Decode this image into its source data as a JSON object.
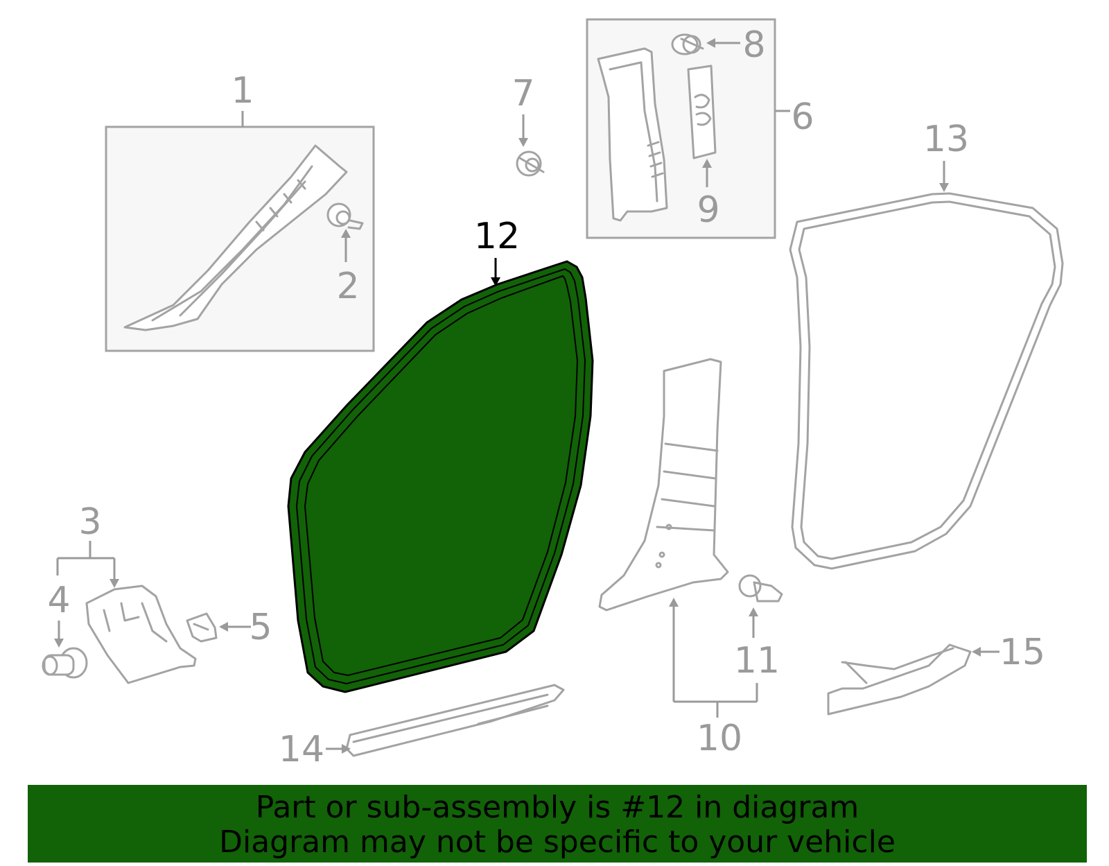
{
  "diagram": {
    "highlighted_part": "12",
    "highlight_color": "#126208",
    "callouts": {
      "c1": "1",
      "c2": "2",
      "c3": "3",
      "c4": "4",
      "c5": "5",
      "c6": "6",
      "c7": "7",
      "c8": "8",
      "c9": "9",
      "c10": "10",
      "c11": "11",
      "c12": "12",
      "c13": "13",
      "c14": "14",
      "c15": "15"
    }
  },
  "banner": {
    "line1": "Part or sub-assembly is #12 in diagram",
    "line2": "Diagram may not be specific to your vehicle"
  }
}
